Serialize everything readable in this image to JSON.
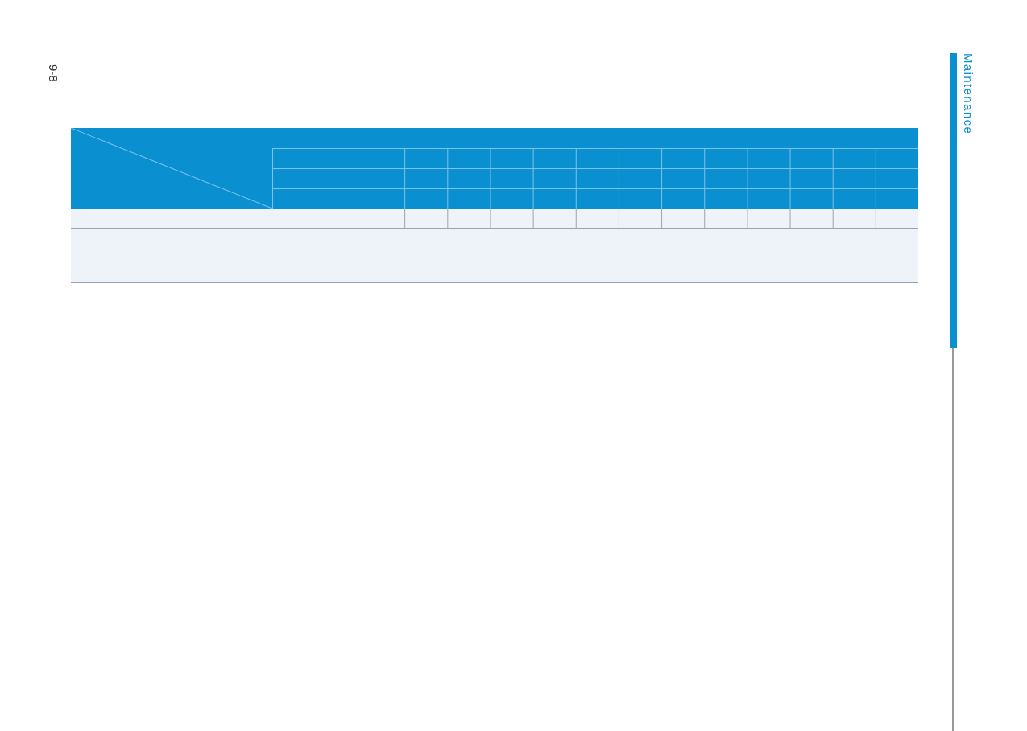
{
  "page": {
    "number": "9-8",
    "section_tab": "Maintenance"
  },
  "colors": {
    "accent": "#0a8fd0",
    "header_fill": "#0a8fd0",
    "body_fill": "#eef3fa",
    "grid_line": "#9aa4ae",
    "header_line": "#7cc3ea",
    "side_rule": "#9a9a9a"
  },
  "schedule_table": {
    "interval_columns": 13,
    "header_rows": 3,
    "body_rows": [
      "",
      "",
      ""
    ]
  }
}
